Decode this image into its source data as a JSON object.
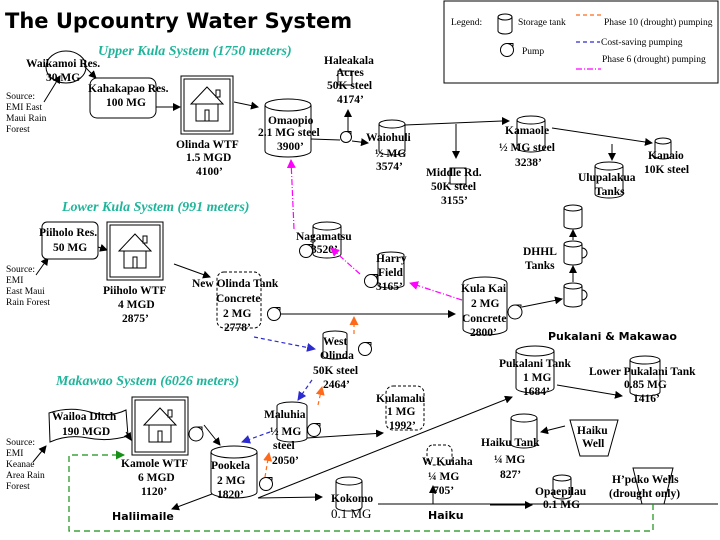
{
  "title": "The Upcountry Water System",
  "legend": {
    "heading": "Legend:",
    "storage_tank": "Storage tank",
    "pump": "Pump",
    "phase10": "Phase 10 (drought) pumping",
    "cost_saving": "Cost-saving pumping",
    "phase6": "Phase 6 (drought) pumping",
    "colors": {
      "phase10": "#ff6a1a",
      "cost_saving": "#2b2bd0",
      "phase6": "#ff00ff",
      "source_line": "#169116",
      "section_title": "#1fb59a"
    }
  },
  "sections": {
    "upper_kula": "Upper Kula System (1750 meters)",
    "lower_kula": "Lower Kula System (991 meters)",
    "makawao": "Makawao System (6026 meters)",
    "pukalani": "Pukalani & Makawao",
    "haliimaile": "Haliimaile",
    "haiku": "Haiku"
  },
  "sources": {
    "upper": [
      "Source:",
      "EMI East",
      "Maui Rain",
      "Forest"
    ],
    "lower": [
      "Source:",
      "EMI",
      "East Maui",
      "Rain Forest"
    ],
    "makawao": [
      "Source:",
      "EMI",
      "Keanae",
      "Area Rain",
      "Forest"
    ]
  },
  "nodes": {
    "waikamoi": [
      "Waikamoi Res.",
      "30 MG"
    ],
    "kahakapao": [
      "Kahakapao Res.",
      "100 MG"
    ],
    "olinda_wtf": [
      "Olinda WTF",
      "1.5 MGD",
      "4100’"
    ],
    "omaopio": [
      "Omaopio",
      "2.1 MG steel",
      "3900’"
    ],
    "haleakala_acres": [
      "Haleakala",
      "Acres",
      "50K steel",
      "4174’"
    ],
    "waiohuli": [
      "Waiohuli",
      "½ MG",
      "3574’"
    ],
    "middle_rd": [
      "Middle Rd.",
      "50K steel",
      "3155’"
    ],
    "kamaole": [
      "Kamaole",
      "½ MG steel",
      "3238’"
    ],
    "ulupalakua": [
      "Ulupalakua",
      "Tanks"
    ],
    "kanaio": [
      "Kanaio",
      "10K steel"
    ],
    "piiholo_res": [
      "Piiholo Res.",
      "50 MG"
    ],
    "piiholo_wtf": [
      "Piiholo WTF",
      "4 MGD",
      "2875’"
    ],
    "new_olinda": [
      "New Olinda Tank",
      "Concrete",
      "2 MG",
      "2778’"
    ],
    "nagamatsu": [
      "Nagamatsu",
      "3520’"
    ],
    "harry_field": [
      "Harry",
      "Field",
      "3165’"
    ],
    "kula_kai": [
      "Kula Kai",
      "2 MG",
      "Concrete",
      "2800’"
    ],
    "dhhl": [
      "DHHL",
      "Tanks"
    ],
    "west_olinda": [
      "West",
      "Olinda",
      "50K steel",
      "2464’"
    ],
    "pukalani_tank": [
      "Pukalani Tank",
      "1 MG",
      "1684’"
    ],
    "lower_pukalani": [
      "Lower Pukalani Tank",
      "0.85 MG",
      "1416’"
    ],
    "waikamoi_ditch": [
      "Wailoa Ditch",
      "190 MGD"
    ],
    "kamole_wtf": [
      "Kamole WTF",
      "6 MGD",
      "1120’"
    ],
    "maluhia": [
      "Maluhia",
      "½ MG",
      "steel",
      "2050’"
    ],
    "kulamalu": [
      "Kulamalu",
      "1 MG",
      "1992’"
    ],
    "pookela": [
      "Pookela",
      "2 MG",
      "1820’"
    ],
    "kokomo": [
      "Kokomo",
      "0.1  MG"
    ],
    "w_kuiaha": [
      "W Kuiaha",
      "¼ MG",
      "705’"
    ],
    "haiku_tank": [
      "Haiku Tank",
      "¼  MG",
      "827’"
    ],
    "haiku_well": [
      "Haiku",
      "Well"
    ],
    "opaepilau": [
      "Opaepilau",
      "0.1 MG"
    ],
    "hpoko": [
      "H’poko Wells",
      "(drought only)"
    ]
  }
}
